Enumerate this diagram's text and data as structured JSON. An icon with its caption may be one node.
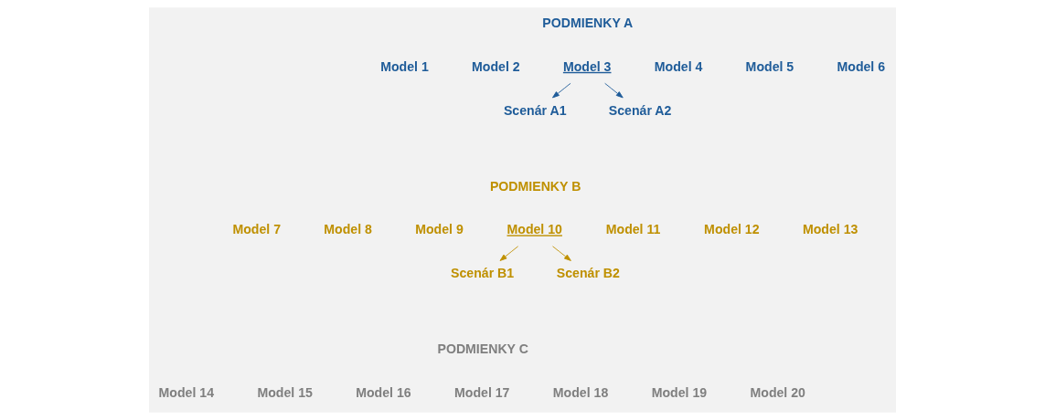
{
  "diagram": {
    "nodes": [
      {
        "text": [
          "Model 3"
        ]
      },
      {
        "text": [
          "Scenár A1"
        ]
      },
      {
        "text": [
          "Scenár A2"
        ]
      },
      {
        "text": [
          "Model 10"
        ]
      },
      {
        "text": [
          "Scenár B1"
        ]
      },
      {
        "text": [
          "Scenár B2"
        ]
      }
    ],
    "edges": [
      {
        "from": 0,
        "to": 1,
        "arrow": "to",
        "color": "#1f5c99"
      },
      {
        "from": 0,
        "to": 2,
        "arrow": "to",
        "color": "#1f5c99"
      },
      {
        "from": 3,
        "to": 4,
        "arrow": "to",
        "color": "#bf9000"
      },
      {
        "from": 3,
        "to": 5,
        "arrow": "to",
        "color": "#bf9000"
      }
    ],
    "labels": [
      "PODMIENKY A",
      "Model 1",
      "Model 2",
      "Model 4",
      "Model 5",
      "Model 6",
      "PODMIENKY B",
      "Model 7",
      "Model 8",
      "Model 9",
      "Model 11",
      "Model 12",
      "Model 13",
      "PODMIENKY C",
      "Model 14",
      "Model 15",
      "Model 16",
      "Model 17",
      "Model 18",
      "Model 19",
      "Model 20"
    ]
  }
}
